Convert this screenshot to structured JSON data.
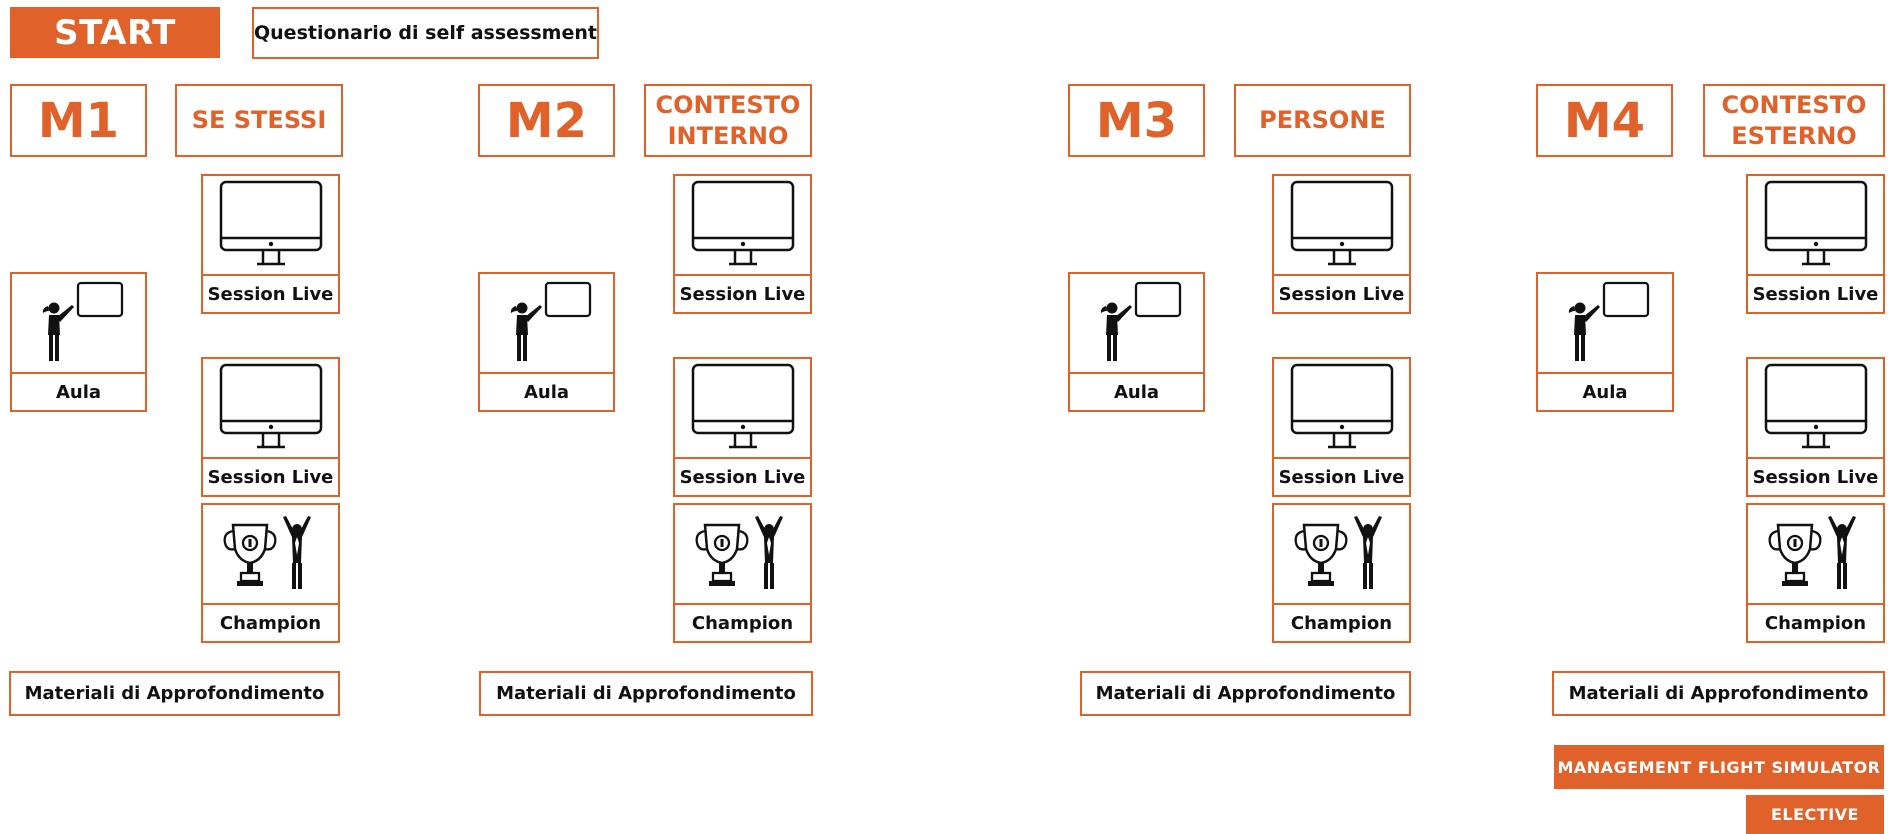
{
  "header": {
    "start_label": "START",
    "questionnaire_label": "Questionario di self assessment"
  },
  "modules": [
    {
      "code": "M1",
      "topic_lines": [
        "SE STESSI"
      ],
      "aula_label": "Aula",
      "session_label_1": "Session Live",
      "session_label_2": "Session Live",
      "champion_label": "Champion",
      "materials_label": "Materiali di Approfondimento"
    },
    {
      "code": "M2",
      "topic_lines": [
        "CONTESTO",
        "INTERNO"
      ],
      "aula_label": "Aula",
      "session_label_1": "Session Live",
      "session_label_2": "Session Live",
      "champion_label": "Champion",
      "materials_label": "Materiali di Approfondimento"
    },
    {
      "code": "M3",
      "topic_lines": [
        "PERSONE"
      ],
      "aula_label": "Aula",
      "session_label_1": "Session Live",
      "session_label_2": "Session Live",
      "champion_label": "Champion",
      "materials_label": "Materiali di Approfondimento"
    },
    {
      "code": "M4",
      "topic_lines": [
        "CONTESTO",
        "ESTERNO"
      ],
      "aula_label": "Aula",
      "session_label_1": "Session Live",
      "session_label_2": "Session Live",
      "champion_label": "Champion",
      "materials_label": "Materiali di Approfondimento"
    }
  ],
  "footer": {
    "simulator_label": "MANAGEMENT FLIGHT SIMULATOR",
    "elective_label": "ELECTIVE"
  },
  "colors": {
    "accent": "#e0622a",
    "text": "#111111",
    "background": "#ffffff"
  },
  "icons": {
    "session": "monitor-icon",
    "aula": "teacher-icon",
    "champion": "trophy-winner-icon"
  }
}
